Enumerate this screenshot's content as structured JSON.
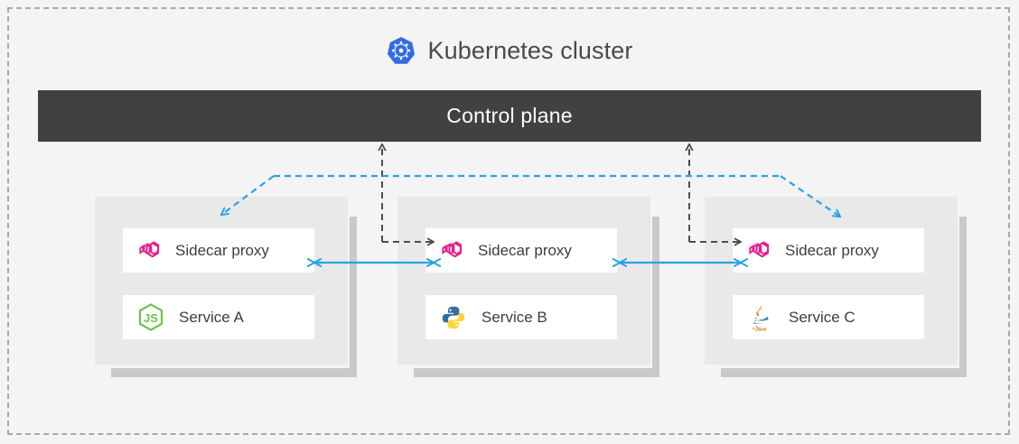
{
  "cluster": {
    "title": "Kubernetes cluster",
    "logo_icon": "kubernetes-helm-wheel-icon",
    "border_style": "dashed",
    "border_color": "#a8a8a8",
    "background_color": "#f4f4f4"
  },
  "control_plane": {
    "label": "Control plane",
    "background_color": "#414042",
    "text_color": "#ffffff"
  },
  "pods": [
    {
      "proxy": {
        "label": "Sidecar proxy",
        "icon": "envoy-proxy-icon",
        "icon_color": "#e91e8c"
      },
      "service": {
        "label": "Service A",
        "icon": "nodejs-icon",
        "icon_color": "#68a063"
      }
    },
    {
      "proxy": {
        "label": "Sidecar proxy",
        "icon": "envoy-proxy-icon",
        "icon_color": "#e91e8c"
      },
      "service": {
        "label": "Service B",
        "icon": "python-icon",
        "icon_color": "#366d9c"
      }
    },
    {
      "proxy": {
        "label": "Sidecar proxy",
        "icon": "envoy-proxy-icon",
        "icon_color": "#e91e8c"
      },
      "service": {
        "label": "Service C",
        "icon": "java-icon",
        "icon_color": "#e76f00"
      }
    }
  ],
  "connections": {
    "control_plane_link_color": "#4d4d4d",
    "data_plane_link_color": "#29a3e3",
    "control_plane_links": [
      "pod-2-proxy-up-to-control-plane",
      "pod-3-proxy-up-to-control-plane",
      "pod-1-proxy-to-pod-2-proxy",
      "pod-2-proxy-to-pod-3-proxy"
    ],
    "data_plane_links": [
      "control-plane-bus-to-pod-1-proxy",
      "control-plane-bus-to-pod-3-proxy",
      "pod-1-proxy-bidirectional-pod-2-proxy",
      "pod-2-proxy-bidirectional-pod-3-proxy"
    ]
  }
}
